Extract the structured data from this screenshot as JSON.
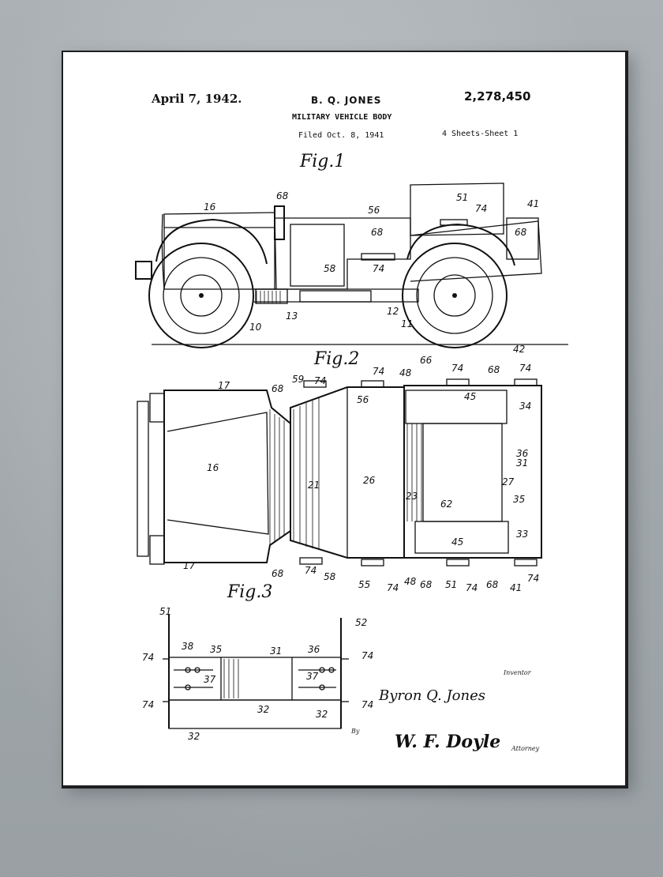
{
  "patent": {
    "date": "April 7, 1942.",
    "inventor": "B. Q. JONES",
    "number": "2,278,450",
    "title": "MILITARY VEHICLE BODY",
    "filed": "Filed Oct. 8, 1941",
    "sheets": "4 Sheets-Sheet 1"
  },
  "figures": {
    "fig1": "Fig.1",
    "fig2": "Fig.2",
    "fig3": "Fig.3"
  },
  "fig1_labels": [
    "16",
    "68",
    "56",
    "51",
    "74",
    "41",
    "68",
    "68",
    "58",
    "74",
    "10",
    "13",
    "12",
    "11"
  ],
  "fig2_labels": [
    "17",
    "68",
    "59",
    "74",
    "56",
    "74",
    "48",
    "66",
    "74",
    "68",
    "42",
    "74",
    "45",
    "34",
    "36",
    "31",
    "27",
    "16",
    "21",
    "26",
    "23",
    "62",
    "35",
    "45",
    "33",
    "17",
    "68",
    "74",
    "58",
    "55",
    "74",
    "48",
    "68",
    "51",
    "74",
    "68",
    "41",
    "74"
  ],
  "fig3_labels": [
    "51",
    "52",
    "74",
    "38",
    "35",
    "31",
    "36",
    "74",
    "37",
    "37",
    "74",
    "74",
    "32",
    "32",
    "32"
  ],
  "signature": {
    "inventor_label": "Inventor",
    "inventor_name": "Byron Q. Jones",
    "by_label": "By",
    "attorney_signature": "W. F. Doyle",
    "attorney_label": "Attorney"
  },
  "colors": {
    "wall": "#aab1b5",
    "frame": "#1d1f20",
    "paper": "#ffffff",
    "ink": "#111111"
  }
}
